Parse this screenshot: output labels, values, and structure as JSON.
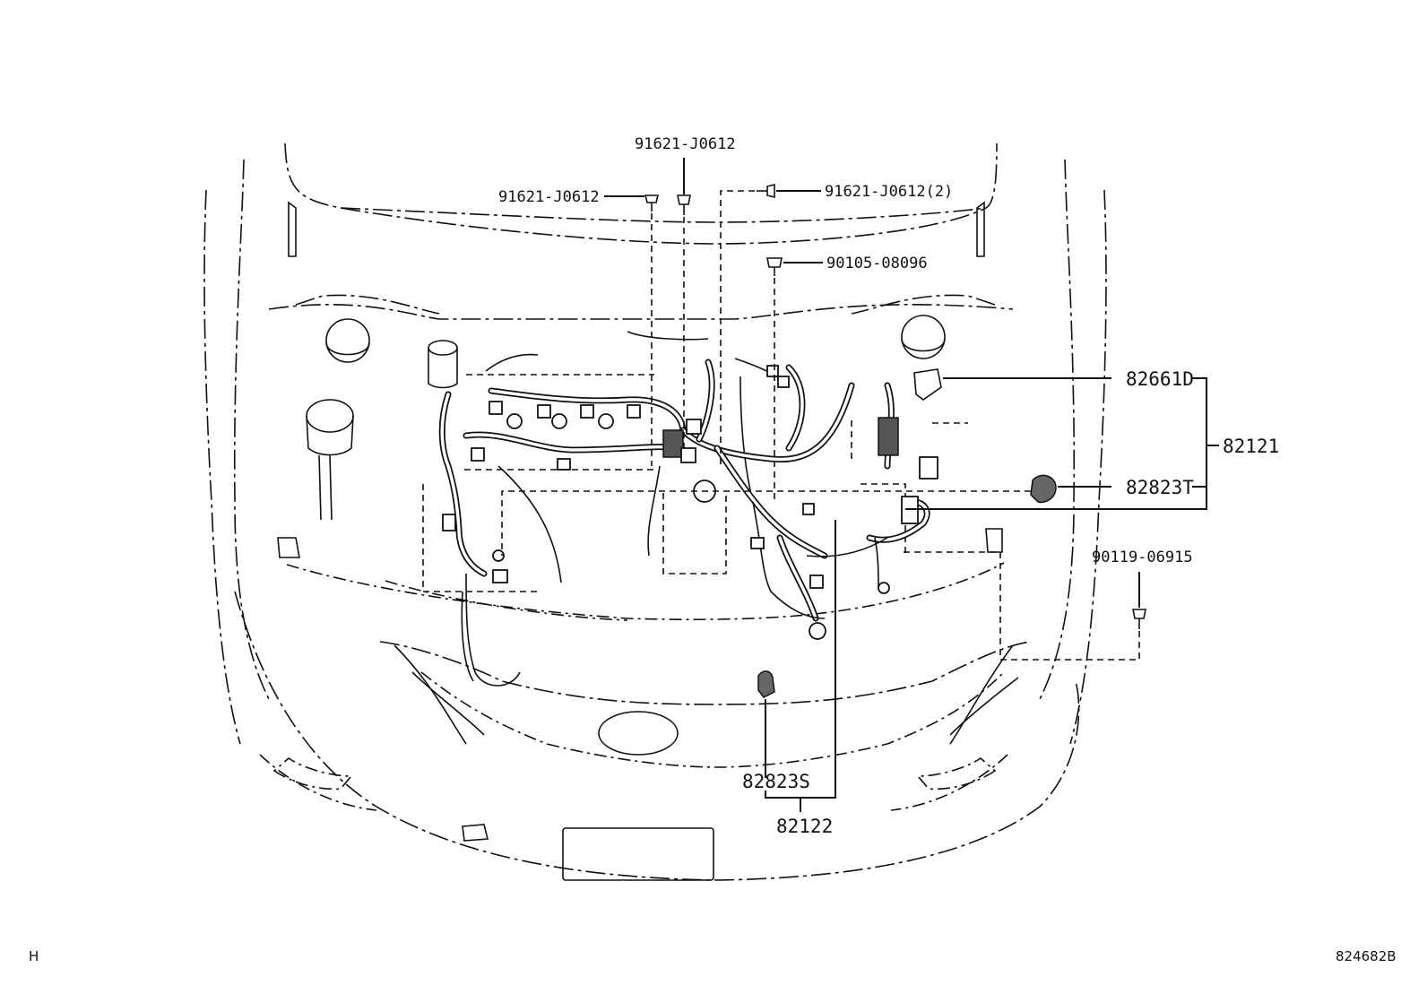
{
  "diagram": {
    "part_labels": {
      "bolt_left": "91621-J0612",
      "bolt_top": "91621-J0612",
      "bolt_right": "91621-J0612(2)",
      "bolt_mid": "90105-08096",
      "bolt_far_right": "90119-06915",
      "relay_block": "82661D",
      "harness_main": "82121",
      "clamp_right": "82823T",
      "clamp_lower": "82823S",
      "harness_sub": "82122"
    },
    "corner_left": "H",
    "figure_number": "824682B"
  }
}
